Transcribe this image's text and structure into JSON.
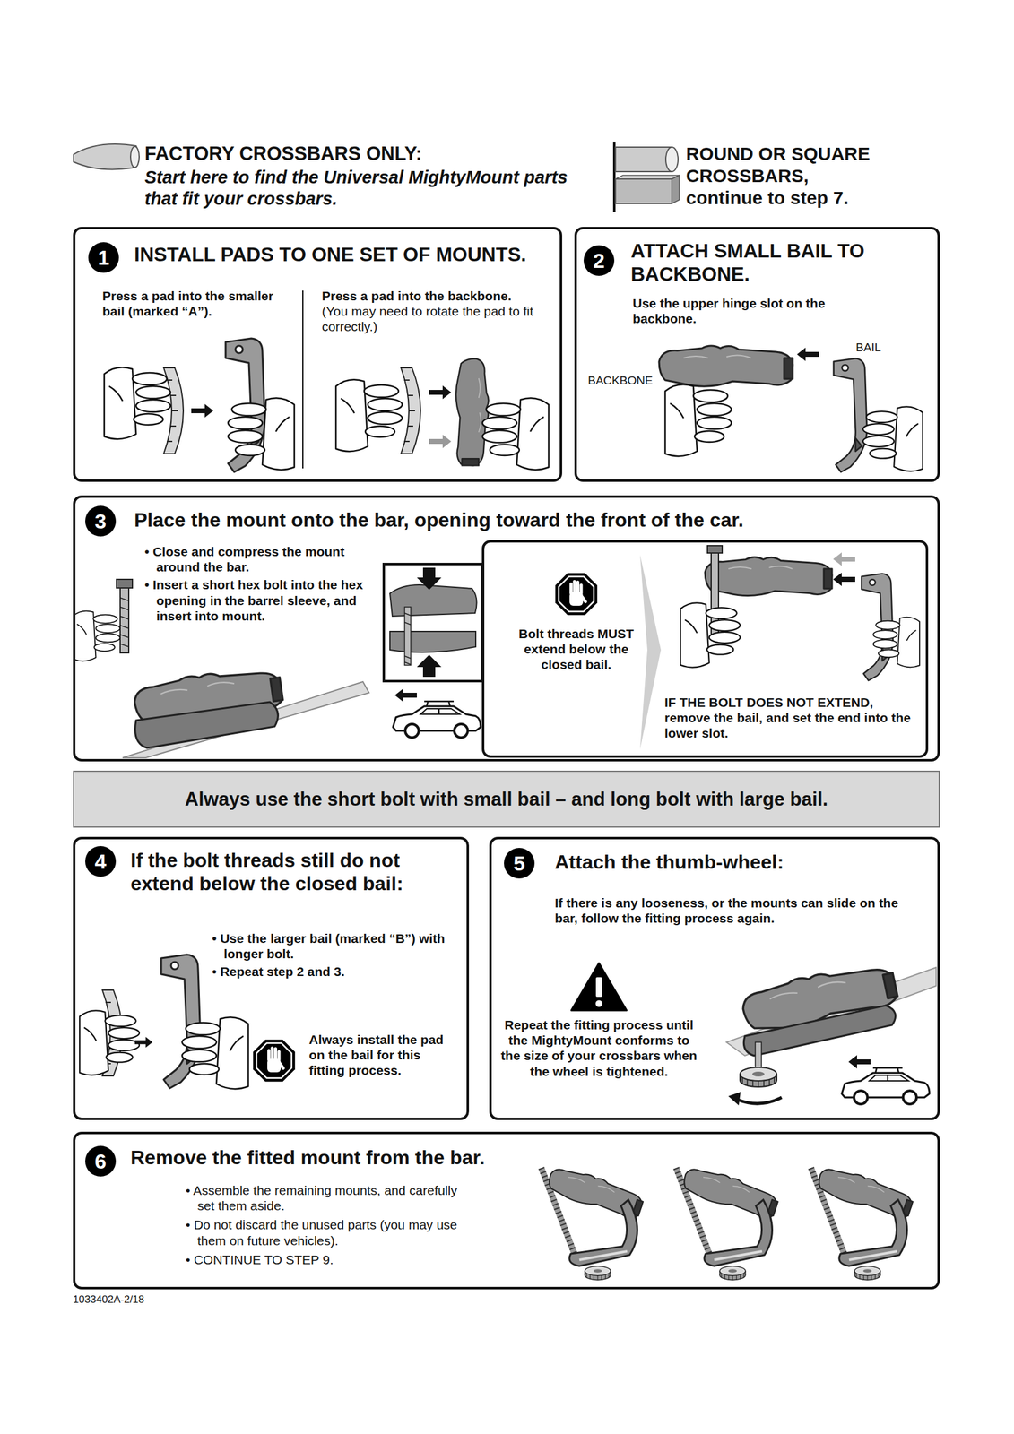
{
  "diagram": {
    "nodes": [
      {
        "text": [
          "INSTALL PADS TO ONE SET OF MOUNTS.",
          "Press a pad into the smaller bail (marked “A”).",
          "Press a pad into the backbone.",
          "(You may need to rotate the pad to fit correctly.)"
        ]
      },
      {
        "text": [
          "1"
        ],
        "in": 0
      },
      {
        "text": [
          "ATTACH SMALL BAIL TO BACKBONE.",
          "Use the upper hinge slot on the backbone."
        ]
      },
      {
        "text": [
          "2"
        ],
        "in": 2
      },
      {
        "text": [
          "Place the mount onto the bar, opening toward the front of the car.",
          "• Close and compress the mount around the bar.",
          "• Insert a short hex bolt into the hex opening in the barrel sleeve, and insert into mount."
        ]
      },
      {
        "text": [
          "3"
        ],
        "in": 4
      },
      {
        "text": [
          "Bolt threads MUST extend below the closed bail.",
          "IF THE BOLT DOES NOT EXTEND, remove the bail, and set the end into the lower slot."
        ],
        "in": 4
      },
      {
        "text": [
          "Always use the short bolt with small bail – and long bolt with large bail."
        ]
      },
      {
        "text": [
          "If the bolt threads still do not extend below the closed bail:",
          "• Use the larger bail (marked “B”) with longer bolt.",
          "• Repeat step 2 and 3.",
          "Always install the pad on the bail for this fitting process."
        ]
      },
      {
        "text": [
          "4"
        ],
        "in": 8
      },
      {
        "text": [
          "Attach the thumb-wheel:",
          "If there is any looseness, or the mounts can slide on the bar, follow the fitting process again.",
          "Repeat the fitting process until the MightyMount conforms to the size of your crossbars when the wheel is tightened."
        ]
      },
      {
        "text": [
          "5"
        ],
        "in": 10
      },
      {
        "text": [
          "Remove the fitted mount from the bar.",
          "• Assemble the remaining mounts, and carefully set them aside.",
          "• Do not discard the unused parts (you may use them on future vehicles).",
          "• CONTINUE TO STEP 9."
        ]
      },
      {
        "text": [
          "6"
        ],
        "in": 12
      }
    ],
    "labels": [
      "FACTORY CROSSBARS ONLY:",
      "Start here to find the Universal MightyMount parts that fit your crossbars.",
      "ROUND OR SQUARE CROSSBARS, continue to step 7.",
      "BACKBONE",
      "BAIL",
      "1033402A-2/18"
    ]
  }
}
